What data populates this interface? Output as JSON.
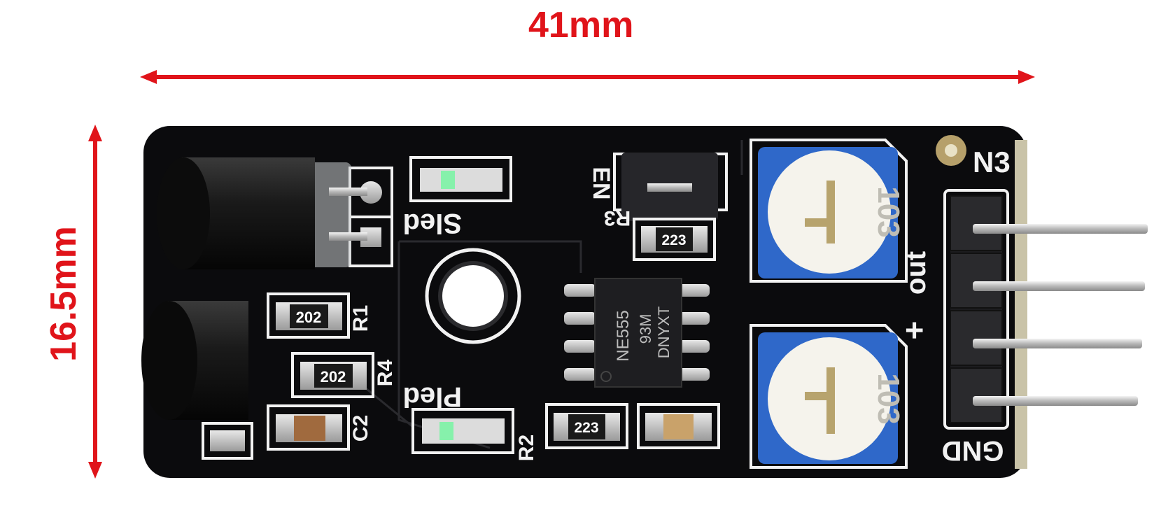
{
  "dimensions": {
    "width_label": "41mm",
    "height_label": "16.5mm",
    "arrow_color": "#e0141a"
  },
  "board": {
    "pcb_color": "#0b0b0d",
    "silkscreen_color": "#f2f2f2",
    "pot_color": "#2f68c9",
    "silkscreen": {
      "sled": "Sled",
      "pled": "Pled",
      "en": "EN",
      "n3": "N3",
      "out": "out",
      "plus": "+",
      "gnd": "GND",
      "r1": "R1",
      "r2": "R2",
      "r3": "R3",
      "r4": "R4",
      "c2": "C2"
    },
    "chip": {
      "line1": "NE555",
      "line2": "93M",
      "line3": "DNYXT"
    },
    "resistor_codes": {
      "r1": "202",
      "r4": "202",
      "r3": "223",
      "r2": "223"
    },
    "pot_codes": {
      "top": "103",
      "bottom": "103"
    }
  }
}
